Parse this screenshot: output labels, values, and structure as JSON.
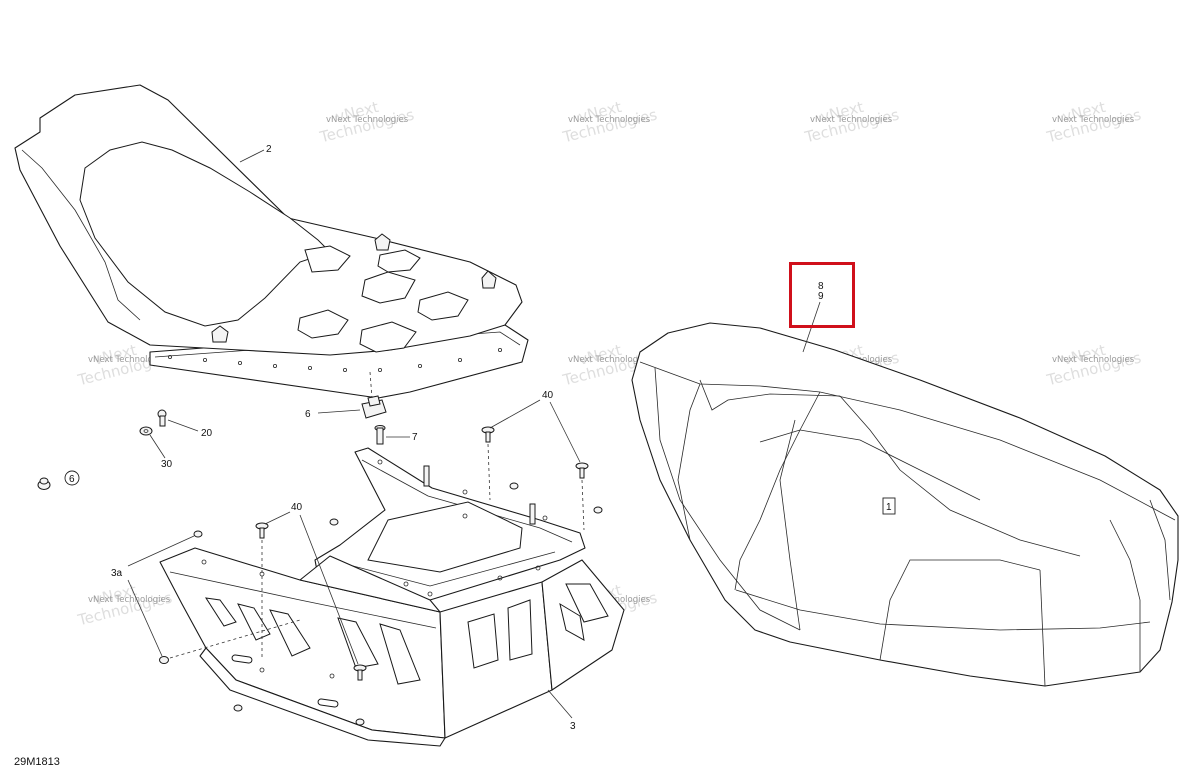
{
  "diagram": {
    "code": "29M1813",
    "watermark": {
      "line1": "vNext",
      "line2": "Technologies",
      "line3": "vNext Technologies"
    },
    "callouts": {
      "seat": "1",
      "seat_base_plate": "2",
      "lower_bracket": "3",
      "bracket_fastener": "3a",
      "clip": "6",
      "pin": "7",
      "hw_a": "8",
      "hw_b": "9",
      "screw": "20",
      "washer": "30",
      "bolts_upper": "40",
      "bolts_lower": "40",
      "nut_symbol": "6"
    },
    "highlight_color": "#d0101b"
  }
}
